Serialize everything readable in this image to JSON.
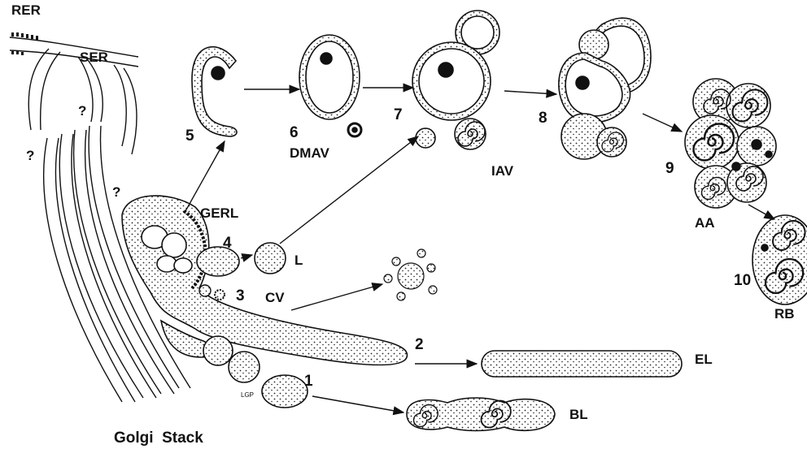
{
  "labels": {
    "rer": "RER",
    "ser": "SER",
    "q1": "?",
    "q2": "?",
    "q3": "?",
    "gerl": "GERL",
    "golgi_stack": "Golgi  Stack",
    "dmav": "DMAV",
    "iav": "IAV",
    "aa": "AA",
    "rb": "RB",
    "l": "L",
    "cv": "CV",
    "el": "EL",
    "bl": "BL",
    "lgp": "LGP"
  },
  "steps": {
    "s1": "1",
    "s2": "2",
    "s3": "3",
    "s4": "4",
    "s5": "5",
    "s6": "6",
    "s7": "7",
    "s8": "8",
    "s9": "9",
    "s10": "10"
  },
  "colors": {
    "ink": "#111111",
    "paper": "#ffffff"
  }
}
